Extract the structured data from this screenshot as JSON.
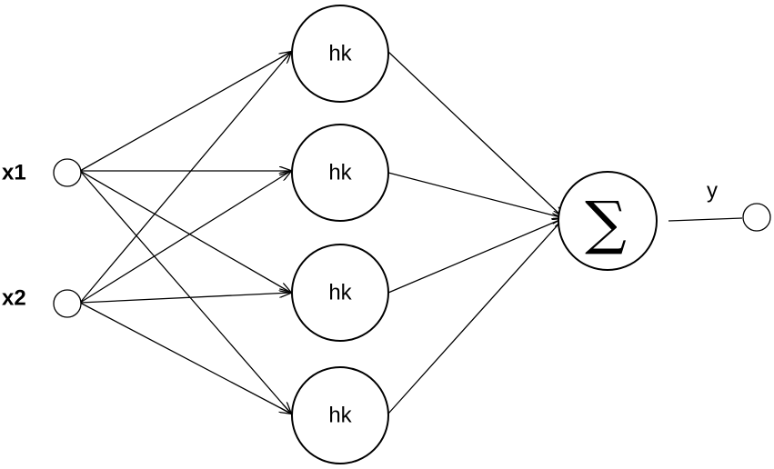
{
  "inputs": [
    {
      "label": "x1"
    },
    {
      "label": "x2"
    }
  ],
  "hidden_nodes": [
    {
      "label": "hk"
    },
    {
      "label": "hk"
    },
    {
      "label": "hk"
    },
    {
      "label": "hk"
    }
  ],
  "summation": {
    "symbol": "∑"
  },
  "output": {
    "label": "y"
  }
}
